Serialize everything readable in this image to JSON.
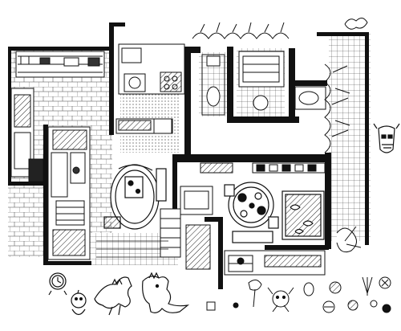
{
  "illustration": {
    "kind": "pen-and-ink cutaway floor plan of an apartment",
    "palette": {
      "ink": "#111111",
      "paper": "#ffffff"
    },
    "areas": [
      "kitchen-counter",
      "bathroom",
      "toilet-room",
      "left-room",
      "desk-area",
      "living-room",
      "dining-area",
      "aquarium-room",
      "balcony-plants"
    ],
    "figures": [
      "kewpie-doll",
      "godzilla-figure-left",
      "godzilla-figure-right",
      "alarm-clock",
      "tribal-mask"
    ]
  }
}
